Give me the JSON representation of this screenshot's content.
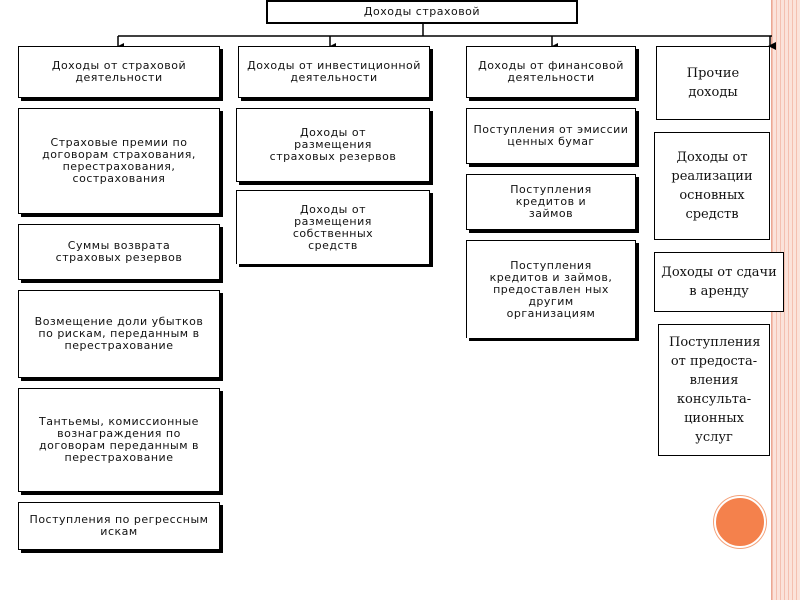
{
  "top": "Доходы страховой",
  "categories": [
    "Доходы от страховой деятельности",
    "Доходы от инвестиционной деятельности",
    "Доходы от финансовой деятельности",
    "Прочие доходы"
  ],
  "insurance": [
    "Страховые премии по договорам страхования, перестрахования, сострахования",
    "Суммы возврата страховых резервов",
    "Возмещение доли убытков по рискам, переданным в перестрахование",
    "Тантьемы, комиссионные вознаграждения по договорам переданным в перестрахование",
    "Поступления по регрессным искам"
  ],
  "investment": [
    "Доходы от размещения страховых резервов",
    "Доходы от размещения собственных средств"
  ],
  "financial": [
    "Поступления от эмиссии ценных бумаг",
    "Поступления кредитов и займов",
    "Поступления кредитов и займов, предоставлен ных другим организациям"
  ],
  "other": [
    "Доходы от реализации основных средств",
    "Доходы от сдачи в аренду",
    "Поступления от предоста-вления консульта-ционных услуг"
  ]
}
